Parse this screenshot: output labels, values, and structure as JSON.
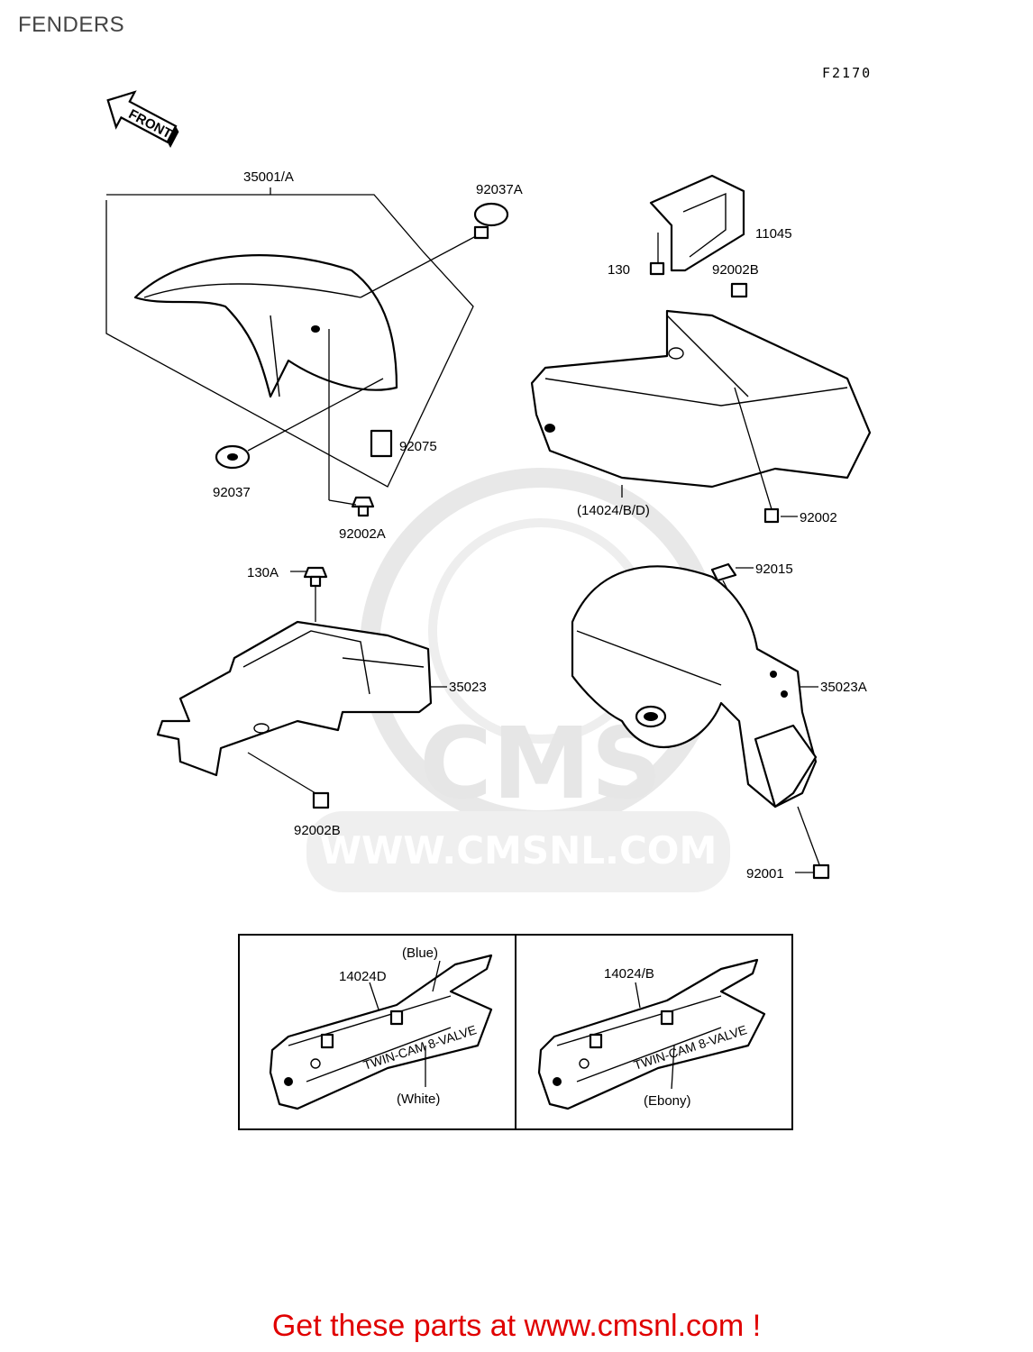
{
  "page": {
    "title": "FENDERS",
    "figure_number": "F2170",
    "front_label": "FRONT"
  },
  "parts": {
    "front_fender": "35001/A",
    "clamp": "92037A",
    "bracket_top": "11045",
    "bolt_130": "130",
    "bolt_92002B_top": "92002B",
    "grommet": "92037",
    "damper": "92075",
    "bolt_92002A": "92002A",
    "side_cover": "(14024/B/D)",
    "bolt_92002": "92002",
    "bolt_130A": "130A",
    "rear_fender_inner": "35023",
    "bolt_92002B_bottom": "92002B",
    "nut_92015": "92015",
    "rear_fender": "35023A",
    "bolt_92001": "92001"
  },
  "variants": {
    "left": {
      "part": "14024D",
      "top_color": "(Blue)",
      "bottom_color": "(White)",
      "decal": "TWIN-CAM 8-VALVE"
    },
    "right": {
      "part": "14024/B",
      "bottom_color": "(Ebony)",
      "decal": "TWIN-CAM 8-VALVE"
    }
  },
  "watermark": {
    "brand": "CMS",
    "url": "WWW.CMSNL.COM"
  },
  "footer": {
    "cta": "Get these parts at www.cmsnl.com !"
  },
  "colors": {
    "footer_text": "#e00000",
    "watermark": "#e6e6e6",
    "line_art": "#000000"
  }
}
